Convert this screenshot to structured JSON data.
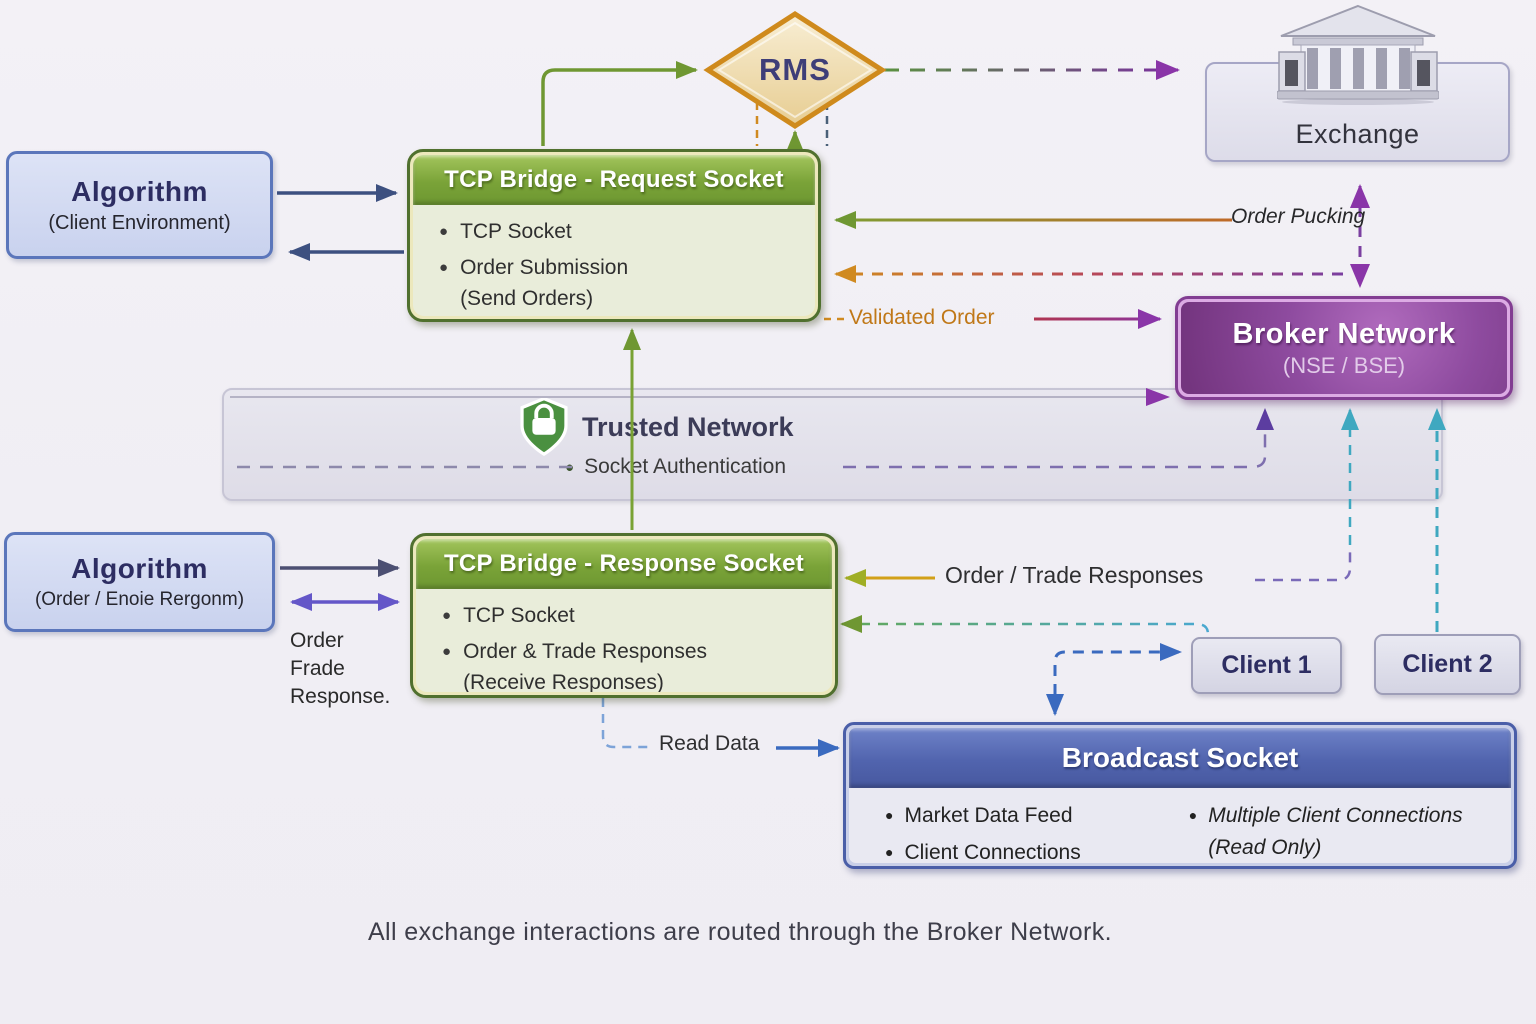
{
  "icons": {
    "bullet": "●"
  },
  "nodes": {
    "rms": {
      "label": "RMS"
    },
    "exchange": {
      "label": "Exchange"
    },
    "algorithm_client": {
      "title": "Algorithm",
      "subtitle": "(Client Environment)"
    },
    "algorithm_order": {
      "title": "Algorithm",
      "subtitle": "(Order / Enoie Rergonm)"
    },
    "request_socket": {
      "title": "TCP Bridge - Request Socket",
      "items": [
        {
          "text": "TCP Socket",
          "sub": ""
        },
        {
          "text": "Order Submission",
          "sub": "(Send Orders)"
        }
      ]
    },
    "response_socket": {
      "title": "TCP Bridge - Response Socket",
      "items": [
        {
          "text": "TCP Socket",
          "sub": ""
        },
        {
          "text": "Order & Trade Responses",
          "sub": "(Receive Responses)"
        }
      ]
    },
    "broker_network": {
      "title": "Broker Network",
      "subtitle": "(NSE / BSE)"
    },
    "trusted_network": {
      "title": "Trusted Network",
      "bullet": "Socket Authentication"
    },
    "client1": {
      "label": "Client 1"
    },
    "client2": {
      "label": "Client 2"
    },
    "broadcast_socket": {
      "title": "Broadcast Socket",
      "items_left": [
        {
          "text": "Market Data Feed",
          "sub": ""
        },
        {
          "text": "Client Connections",
          "sub": ""
        }
      ],
      "items_right": [
        {
          "text": "Multiple Client Connections",
          "sub": "(Read Only)"
        }
      ]
    }
  },
  "edge_labels": {
    "order_pucking": "Order Pucking",
    "validated_order": "Validated Order",
    "order_trade_responses": "Order / Trade Responses",
    "read_data": "Read Data",
    "order_frade_line1": "Order",
    "order_frade_line2": "Frade",
    "order_frade_line3": "Response."
  },
  "caption": "All exchange interactions are routed through the Broker Network.",
  "colors": {
    "green": "#6f9732",
    "orange": "#d08a20",
    "purple": "#8a35a8",
    "teal": "#3fa8c0",
    "blue": "#3a6abf",
    "navy": "#3d5080",
    "gold": "#d2a018",
    "crimson": "#b03550",
    "broker_purple": "#8e4b9f",
    "header_green": "#7aa338",
    "header_blue": "#5164ae",
    "rms_fill": "#f2e3bb",
    "rms_border": "#cf8a1c"
  }
}
